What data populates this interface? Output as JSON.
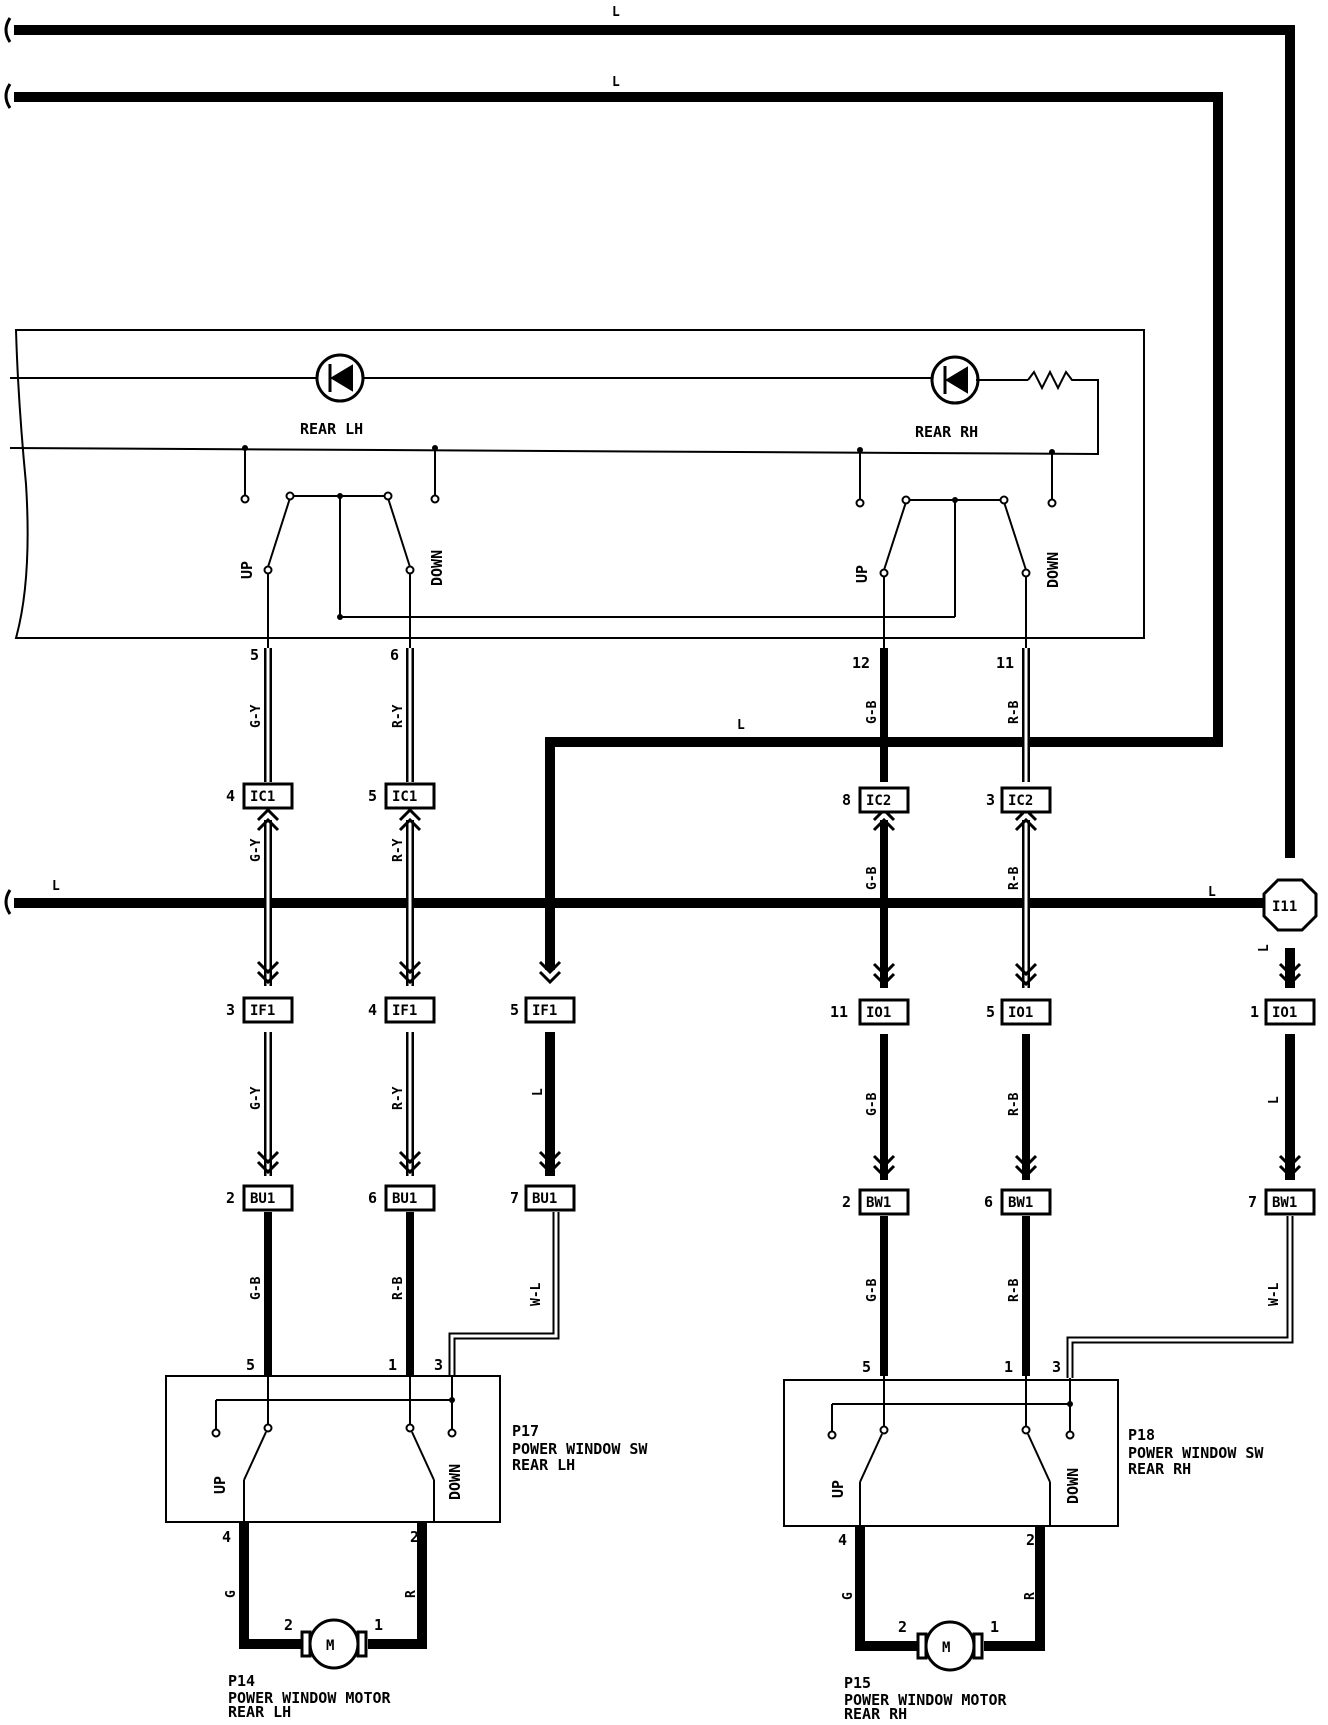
{
  "top_wires": {
    "wire1_color": "L",
    "wire2_color": "L",
    "wire3_color": "L",
    "wire4_color": "L",
    "wire4_right_color": "L"
  },
  "master_switch": {
    "rear_lh_label": "REAR LH",
    "rear_rh_label": "REAR RH",
    "up": "UP",
    "down": "DOWN"
  },
  "junction": {
    "label": "I11",
    "wire_color": "L"
  },
  "left_group": {
    "g_pin_top": "5",
    "g_color_1": "G-Y",
    "r_pin_top": "6",
    "r_color_1": "R-Y",
    "ic_g_pin": "4",
    "ic_g_label": "IC1",
    "g_color_2": "G-Y",
    "ic_r_pin": "5",
    "ic_r_label": "IC1",
    "r_color_2": "R-Y",
    "if_g_pin": "3",
    "if_g_label": "IF1",
    "g_color_3": "G-Y",
    "if_r_pin": "4",
    "if_r_label": "IF1",
    "r_color_3": "R-Y",
    "if_l_pin": "5",
    "if_l_label": "IF1",
    "l_color": "L",
    "bu_g_pin": "2",
    "bu_g_label": "BU1",
    "g_color_4": "G-B",
    "bu_r_pin": "6",
    "bu_r_label": "BU1",
    "r_color_4": "R-B",
    "bu_l_pin": "7",
    "bu_l_label": "BU1",
    "w_color": "W-L",
    "sw_pin_g": "5",
    "sw_pin_r": "1",
    "sw_pin_w": "3",
    "sw_id": "P17",
    "sw_name1": "POWER WINDOW SW",
    "sw_name2": "REAR LH",
    "up": "UP",
    "down": "DOWN",
    "motor_pin_g": "4",
    "motor_pin_r": "2",
    "motor_g_color": "G",
    "motor_r_color": "R",
    "motor_pin_2": "2",
    "motor_pin_1": "1",
    "motor_symbol": "M",
    "motor_id": "P14",
    "motor_name1": "POWER WINDOW MOTOR",
    "motor_name2": "REAR LH"
  },
  "right_group": {
    "g_pin_top": "12",
    "g_color_1": "G-B",
    "r_pin_top": "11",
    "r_color_1": "R-B",
    "ic_g_pin": "8",
    "ic_g_label": "IC2",
    "g_color_2": "G-B",
    "ic_r_pin": "3",
    "ic_r_label": "IC2",
    "r_color_2": "R-B",
    "io_g_pin": "11",
    "io_g_label": "IO1",
    "g_color_3": "G-B",
    "io_r_pin": "5",
    "io_r_label": "IO1",
    "r_color_3": "R-B",
    "io_l_pin": "1",
    "io_l_label": "IO1",
    "l_color": "L",
    "l_color_b": "L",
    "bw_g_pin": "2",
    "bw_g_label": "BW1",
    "g_color_4": "G-B",
    "bw_r_pin": "6",
    "bw_r_label": "BW1",
    "r_color_4": "R-B",
    "bw_l_pin": "7",
    "bw_l_label": "BW1",
    "w_color": "W-L",
    "sw_pin_g": "5",
    "sw_pin_r": "1",
    "sw_pin_w": "3",
    "sw_id": "P18",
    "sw_name1": "POWER WINDOW SW",
    "sw_name2": "REAR RH",
    "up": "UP",
    "down": "DOWN",
    "motor_pin_g": "4",
    "motor_pin_r": "2",
    "motor_g_color": "G",
    "motor_r_color": "R",
    "motor_pin_2": "2",
    "motor_pin_1": "1",
    "motor_symbol": "M",
    "motor_id": "P15",
    "motor_name1": "POWER WINDOW MOTOR",
    "motor_name2": "REAR RH"
  }
}
